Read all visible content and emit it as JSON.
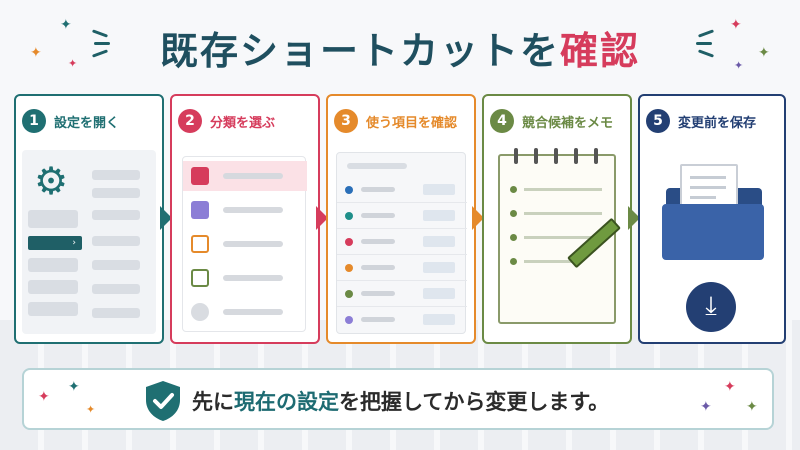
{
  "title": {
    "main": "既存ショートカットを",
    "accent": "確認"
  },
  "steps": [
    {
      "number": "1",
      "label": "設定を開く",
      "color": "#1f6f72"
    },
    {
      "number": "2",
      "label": "分類を選ぶ",
      "color": "#d63c5c"
    },
    {
      "number": "3",
      "label": "使う項目を確認",
      "color": "#e58a2b"
    },
    {
      "number": "4",
      "label": "競合候補をメモ",
      "color": "#6b8a45"
    },
    {
      "number": "5",
      "label": "変更前を保存",
      "color": "#233f73"
    }
  ],
  "message": {
    "part1": "先に",
    "part2": "現在の設定",
    "part3": "を把握してから変更します。"
  },
  "icons": {
    "step1": "gear-icon",
    "step2": "category-list-icon",
    "step3": "shortcut-list-icon",
    "step4": "notepad-pencil-icon",
    "step5": "folder-download-icon",
    "message": "shield-check-icon"
  }
}
